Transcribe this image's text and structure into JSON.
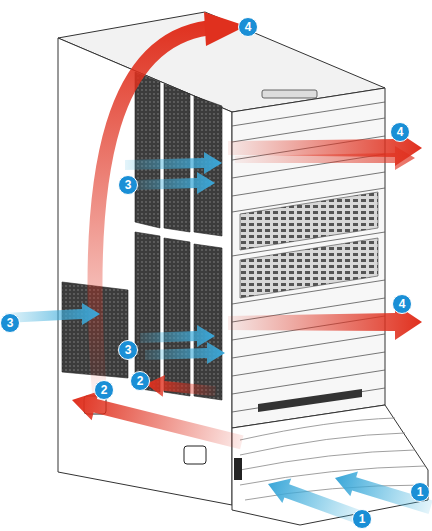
{
  "diagram": {
    "labels": [
      "4",
      "4",
      "3",
      "4",
      "3",
      "3",
      "2",
      "2",
      "1",
      "1"
    ]
  }
}
